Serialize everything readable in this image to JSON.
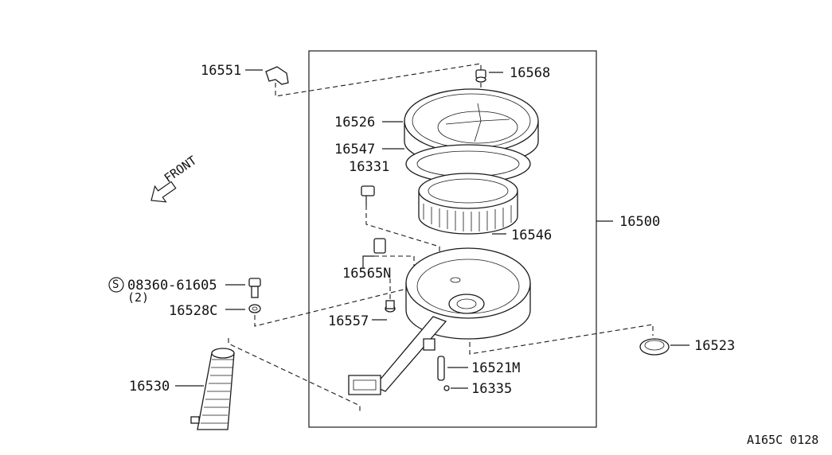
{
  "diagram": {
    "callouts": {
      "p16551": "16551",
      "p16568": "16568",
      "p16526": "16526",
      "p16547": "16547",
      "p16331": "16331",
      "p16546": "16546",
      "p16500": "16500",
      "p16565n": "16565N",
      "screw_code": "08360-61605",
      "screw_qty": "(2)",
      "screw_symbol": "S",
      "p16528c": "16528C",
      "p16557": "16557",
      "p16523": "16523",
      "p16521m": "16521M",
      "p16335": "16335",
      "p16530": "16530"
    },
    "front_label": "FRONT",
    "figure_code": "A165C 0128"
  }
}
